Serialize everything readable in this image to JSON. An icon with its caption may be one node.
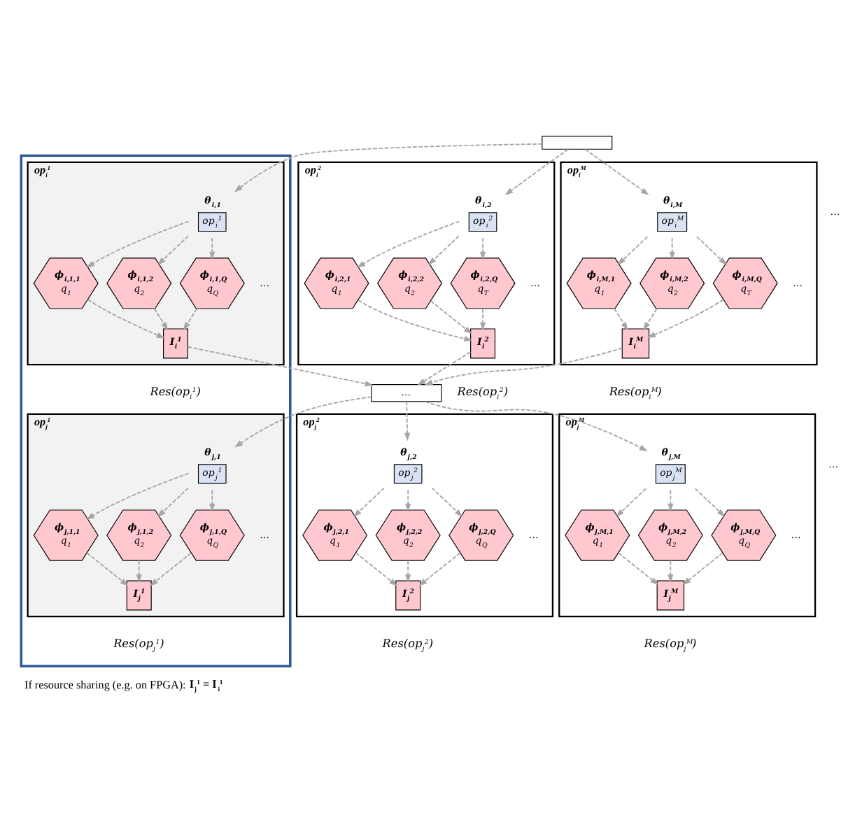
{
  "diagram": {
    "caption": "If resource sharing (e.g. on FPGA): **I$_{j}$$^{1}$ = I$_{i}$$^{1}$**",
    "nodes": [
      {
        "text": [],
        "shape": "box"
      },
      {
        "text": [],
        "shape": "box"
      },
      {
        "text": [
          "op$_{i}$$^{1}$"
        ],
        "in": 1,
        "beside": [
          "Res(op$_{i}$$^{1}$)"
        ]
      },
      {
        "text": [
          "θ$_{i,1}$",
          "op$_{i}$$^{1}$"
        ],
        "in": 2
      },
      {
        "text": [
          "ϕ$_{i,1,1}$",
          "q$_{1}$"
        ],
        "in": 2
      },
      {
        "text": [
          "ϕ$_{i,1,2}$",
          "q$_{2}$"
        ],
        "in": 2
      },
      {
        "text": [
          "ϕ$_{i,1,Q}$",
          "q$_{Q}$"
        ],
        "in": 2
      },
      {
        "text": [
          "I$_{i}$$^{1}$"
        ],
        "in": 2
      },
      {
        "text": [
          "op$_{i}$$^{2}$"
        ],
        "beside": [
          "Res(op$_{i}$$^{2}$)"
        ]
      },
      {
        "text": [
          "θ$_{i,2}$",
          "op$_{i}$$^{2}$"
        ],
        "in": 8
      },
      {
        "text": [
          "ϕ$_{i,2,1}$",
          "q$_{1}$"
        ],
        "in": 8
      },
      {
        "text": [
          "ϕ$_{i,2,2}$",
          "q$_{2}$"
        ],
        "in": 8
      },
      {
        "text": [
          "ϕ$_{i,2,Q}$",
          "q$_{T}$"
        ],
        "in": 8
      },
      {
        "text": [
          "I$_{i}$$^{2}$"
        ],
        "in": 8
      },
      {
        "text": [
          "op$_{i}$$^{M}$"
        ],
        "beside": [
          "Res(op$_{i}$$^{M}$)"
        ]
      },
      {
        "text": [
          "θ$_{i,M}$",
          "op$_{i}$$^{M}$"
        ],
        "in": 14
      },
      {
        "text": [
          "ϕ$_{i,M,1}$",
          "q$_{1}$"
        ],
        "in": 14
      },
      {
        "text": [
          "ϕ$_{i,M,2}$",
          "q$_{2}$"
        ],
        "in": 14
      },
      {
        "text": [
          "ϕ$_{i,M,Q}$",
          "q$_{T}$"
        ],
        "in": 14
      },
      {
        "text": [
          "I$_{i}$$^{M}$"
        ],
        "in": 14
      },
      {
        "text": [
          "…"
        ]
      },
      {
        "text": [
          "op$_{j}$$^{1}$"
        ],
        "in": 1,
        "beside": [
          "Res(op$_{j}$$^{1}$)"
        ]
      },
      {
        "text": [
          "θ$_{j,1}$",
          "op$_{j}$$^{1}$"
        ],
        "in": 21
      },
      {
        "text": [
          "ϕ$_{j,1,1}$",
          "q$_{1}$"
        ],
        "in": 21
      },
      {
        "text": [
          "ϕ$_{j,1,2}$",
          "q$_{2}$"
        ],
        "in": 21
      },
      {
        "text": [
          "ϕ$_{j,1,Q}$",
          "q$_{Q}$"
        ],
        "in": 21
      },
      {
        "text": [
          "I$_{j}$$^{1}$"
        ],
        "in": 21
      },
      {
        "text": [
          "op$_{j}$$^{2}$"
        ],
        "beside": [
          "Res(op$_{j}$$^{2}$)"
        ]
      },
      {
        "text": [
          "θ$_{j,2}$",
          "op$_{j}$$^{2}$"
        ],
        "in": 27
      },
      {
        "text": [
          "ϕ$_{j,2,1}$",
          "q$_{1}$"
        ],
        "in": 27
      },
      {
        "text": [
          "ϕ$_{j,2,2}$",
          "q$_{2}$"
        ],
        "in": 27
      },
      {
        "text": [
          "ϕ$_{j,2,Q}$",
          "q$_{Q}$"
        ],
        "in": 27
      },
      {
        "text": [
          "I$_{j}$$^{2}$"
        ],
        "in": 27
      },
      {
        "text": [
          "op$_{j}$$^{M}$"
        ],
        "beside": [
          "Res(op$_{j}$$^{M}$)"
        ]
      },
      {
        "text": [
          "θ$_{j,M}$",
          "op$_{j}$$^{M}$"
        ],
        "in": 33
      },
      {
        "text": [
          "ϕ$_{j,M,1}$",
          "q$_{1}$"
        ],
        "in": 33
      },
      {
        "text": [
          "ϕ$_{j,M,2}$",
          "q$_{2}$"
        ],
        "in": 33
      },
      {
        "text": [
          "ϕ$_{j,M,Q}$",
          "q$_{Q}$"
        ],
        "in": 33
      },
      {
        "text": [
          "I$_{j}$$^{M}$"
        ],
        "in": 33
      }
    ],
    "edges": [
      {
        "from": 0,
        "to": 3,
        "arrow": "to",
        "style": "dashed"
      },
      {
        "from": 0,
        "to": 9,
        "arrow": "to",
        "style": "dashed"
      },
      {
        "from": 0,
        "to": 15,
        "arrow": "to",
        "style": "dashed"
      },
      {
        "from": 3,
        "to": 4,
        "arrow": "to",
        "style": "dashed"
      },
      {
        "from": 3,
        "to": 5,
        "arrow": "to",
        "style": "dashed"
      },
      {
        "from": 3,
        "to": 6,
        "arrow": "to",
        "style": "dashed"
      },
      {
        "from": 4,
        "to": 7,
        "arrow": "to",
        "style": "dashed"
      },
      {
        "from": 5,
        "to": 7,
        "arrow": "to",
        "style": "dashed"
      },
      {
        "from": 6,
        "to": 7,
        "arrow": "to",
        "style": "dashed"
      },
      {
        "from": 9,
        "to": 10,
        "arrow": "to",
        "style": "dashed"
      },
      {
        "from": 9,
        "to": 11,
        "arrow": "to",
        "style": "dashed"
      },
      {
        "from": 9,
        "to": 12,
        "arrow": "to",
        "style": "dashed"
      },
      {
        "from": 10,
        "to": 13,
        "arrow": "to",
        "style": "dashed"
      },
      {
        "from": 11,
        "to": 13,
        "arrow": "to",
        "style": "dashed"
      },
      {
        "from": 12,
        "to": 13,
        "arrow": "to",
        "style": "dashed"
      },
      {
        "from": 15,
        "to": 16,
        "arrow": "to",
        "style": "dashed"
      },
      {
        "from": 15,
        "to": 17,
        "arrow": "to",
        "style": "dashed"
      },
      {
        "from": 15,
        "to": 18,
        "arrow": "to",
        "style": "dashed"
      },
      {
        "from": 16,
        "to": 19,
        "arrow": "to",
        "style": "dashed"
      },
      {
        "from": 17,
        "to": 19,
        "arrow": "to",
        "style": "dashed"
      },
      {
        "from": 18,
        "to": 19,
        "arrow": "to",
        "style": "dashed"
      },
      {
        "from": 7,
        "to": 20,
        "arrow": "to",
        "style": "dashed"
      },
      {
        "from": 13,
        "to": 20,
        "arrow": "to",
        "style": "dashed"
      },
      {
        "from": 19,
        "to": 20,
        "arrow": "to",
        "style": "dashed"
      },
      {
        "from": 20,
        "to": 22,
        "arrow": "to",
        "style": "dashed"
      },
      {
        "from": 20,
        "to": 28,
        "arrow": "to",
        "style": "dashed"
      },
      {
        "from": 20,
        "to": 34,
        "arrow": "to",
        "style": "dashed"
      },
      {
        "from": 22,
        "to": 23,
        "arrow": "to",
        "style": "dashed"
      },
      {
        "from": 22,
        "to": 24,
        "arrow": "to",
        "style": "dashed"
      },
      {
        "from": 22,
        "to": 25,
        "arrow": "to",
        "style": "dashed"
      },
      {
        "from": 23,
        "to": 26,
        "arrow": "to",
        "style": "dashed"
      },
      {
        "from": 24,
        "to": 26,
        "arrow": "to",
        "style": "dashed"
      },
      {
        "from": 25,
        "to": 26,
        "arrow": "to",
        "style": "dashed"
      },
      {
        "from": 28,
        "to": 29,
        "arrow": "to",
        "style": "dashed"
      },
      {
        "from": 28,
        "to": 30,
        "arrow": "to",
        "style": "dashed"
      },
      {
        "from": 28,
        "to": 31,
        "arrow": "to",
        "style": "dashed"
      },
      {
        "from": 29,
        "to": 32,
        "arrow": "to",
        "style": "dashed"
      },
      {
        "from": 30,
        "to": 32,
        "arrow": "to",
        "style": "dashed"
      },
      {
        "from": 31,
        "to": 32,
        "arrow": "to",
        "style": "dashed"
      },
      {
        "from": 34,
        "to": 35,
        "arrow": "to",
        "style": "dashed"
      },
      {
        "from": 34,
        "to": 36,
        "arrow": "to",
        "style": "dashed"
      },
      {
        "from": 34,
        "to": 37,
        "arrow": "to",
        "style": "dashed"
      },
      {
        "from": 35,
        "to": 38,
        "arrow": "to",
        "style": "dashed"
      },
      {
        "from": 36,
        "to": 38,
        "arrow": "to",
        "style": "dashed"
      },
      {
        "from": 37,
        "to": 38,
        "arrow": "to",
        "style": "dashed"
      }
    ],
    "labels": [
      "…",
      "…",
      "…",
      "…",
      "…",
      "…",
      "…",
      "…"
    ]
  }
}
